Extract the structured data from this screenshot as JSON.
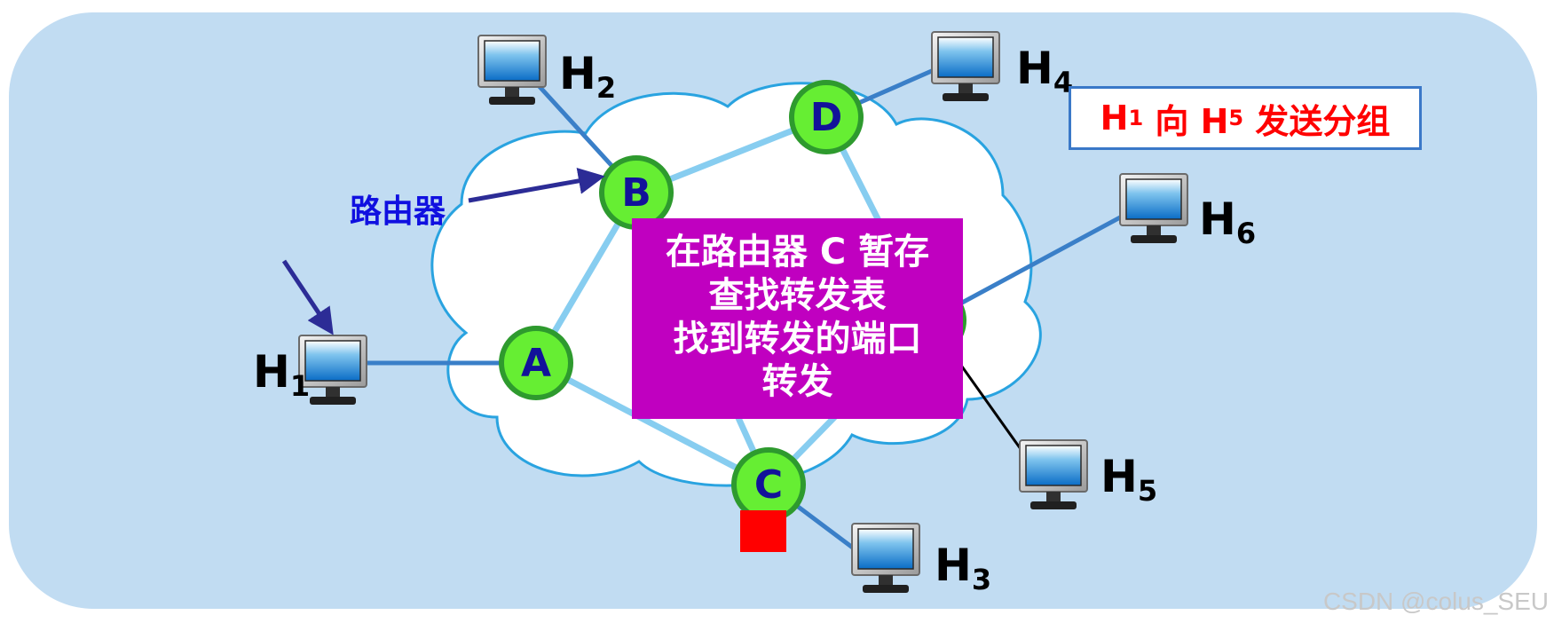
{
  "hosts": [
    {
      "id": "H1",
      "name": "H",
      "sub": "1"
    },
    {
      "id": "H2",
      "name": "H",
      "sub": "2"
    },
    {
      "id": "H3",
      "name": "H",
      "sub": "3"
    },
    {
      "id": "H4",
      "name": "H",
      "sub": "4"
    },
    {
      "id": "H5",
      "name": "H",
      "sub": "5"
    },
    {
      "id": "H6",
      "name": "H",
      "sub": "6"
    }
  ],
  "routers": [
    {
      "id": "A",
      "label": "A"
    },
    {
      "id": "B",
      "label": "B"
    },
    {
      "id": "C",
      "label": "C"
    },
    {
      "id": "D",
      "label": "D"
    }
  ],
  "title": {
    "part1": "H",
    "sub1": "1",
    "part2": " 向 H",
    "sub2": "5",
    "part3": " 发送分组"
  },
  "router_callout": "路由器",
  "process_box": {
    "lines": [
      "在路由器 C 暂存",
      "查找转发表",
      "找到转发的端口",
      "转发"
    ]
  },
  "watermark": "CSDN @colus_SEU",
  "colors": {
    "background_panel": "#c1dcf2",
    "cloud_fill": "#ffffff",
    "cloud_stroke": "#29a3e0",
    "router_fill": "#66ee33",
    "router_stroke": "#2e9a2e",
    "router_text": "#12129a",
    "link_inner": "#87cdf0",
    "link_host": "#3a7fc8",
    "process_box": "#c000c0",
    "title_text": "#ff0000",
    "packet": "#ff0000",
    "arrow": "#2c2c96"
  }
}
